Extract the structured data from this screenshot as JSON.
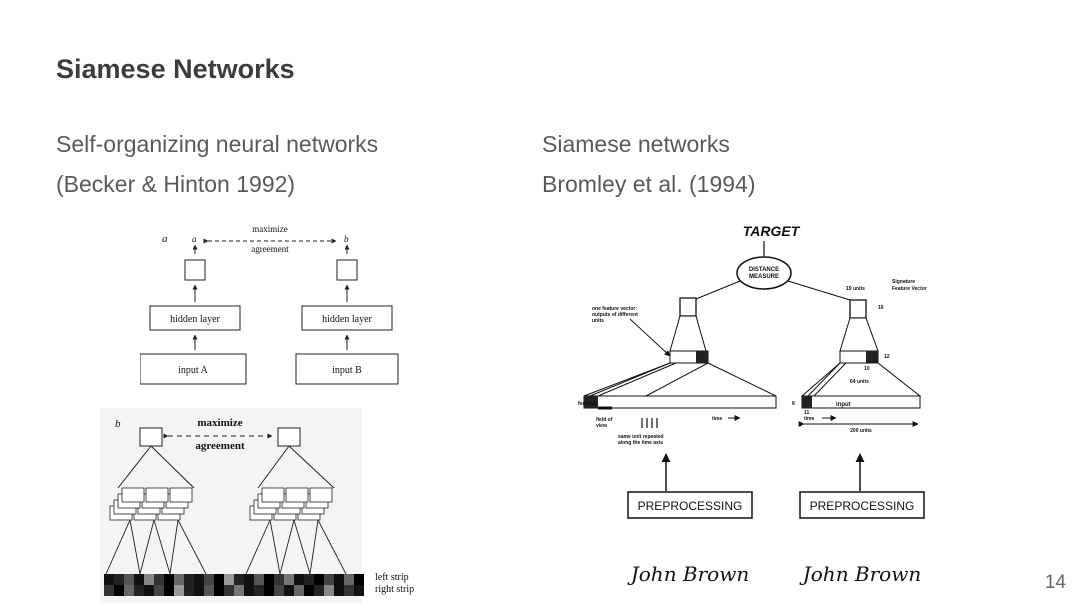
{
  "title": "Siamese Networks",
  "left": {
    "line1": "Self-organizing neural networks",
    "line2": "(Becker & Hinton 1992)",
    "figure_a": {
      "panel": "a",
      "node_a": "a",
      "node_b": "b",
      "top_line1": "maximize",
      "top_line2": "agreement",
      "hidden_left": "hidden layer",
      "hidden_right": "hidden layer",
      "input_left": "input A",
      "input_right": "input B"
    },
    "figure_b": {
      "panel": "b",
      "line1": "maximize",
      "line2": "agreement",
      "strip_left": "left strip",
      "strip_right": "right strip"
    }
  },
  "right": {
    "line1": "Siamese networks",
    "line2": "Bromley et al. (1994)",
    "figure": {
      "target": "TARGET",
      "distance1": "DISTANCE",
      "distance2": "MEASURE",
      "units19": "19 units",
      "signature1": "Signature",
      "signature2": "Feature Vector",
      "num16": "16",
      "feature_vec1": "one feature vector:",
      "feature_vec2": "outputs of different",
      "feature_vec3": "units",
      "num12": "12",
      "num10": "10",
      "units64": "64 units",
      "num8": "8",
      "input": "input",
      "num11": "11",
      "features": "features",
      "field1": "field of",
      "field2": "view",
      "time_left": "time",
      "time_right": "time",
      "units200": "200 units",
      "repeated1": "same unit repeated",
      "repeated2": "along the time axis",
      "prep_left": "PREPROCESSING",
      "prep_right": "PREPROCESSING",
      "sig_left": "John Brown",
      "sig_right": "John Brown"
    }
  },
  "page_number": "14"
}
